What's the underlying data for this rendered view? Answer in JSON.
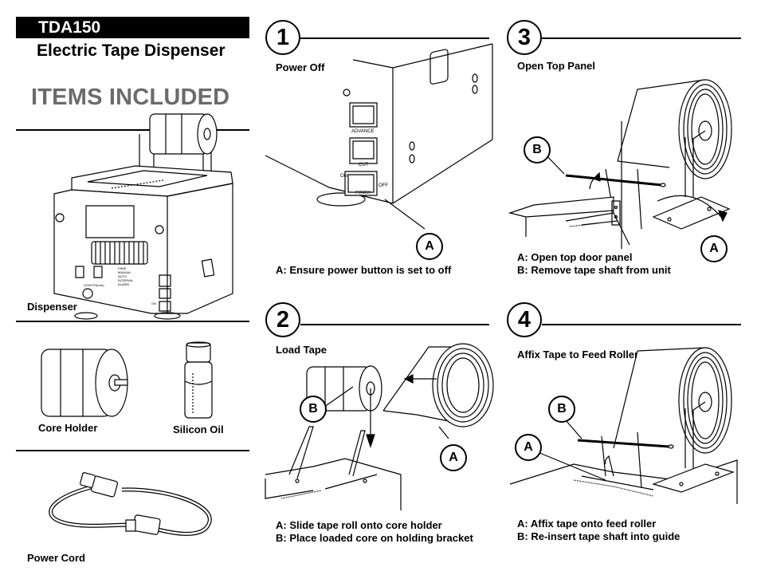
{
  "header": {
    "model": "TDA150",
    "product": "Electric Tape Dispenser",
    "items_heading": "ITEMS INCLUDED"
  },
  "items": {
    "dispenser": "Dispenser",
    "core_holder": "Core Holder",
    "silicon_oil": "Silicon Oil",
    "power_cord": "Power Cord"
  },
  "dispenser_panel": {
    "switches": [
      "FREE",
      "MANUAL",
      "AUTO",
      "INTERVAL",
      "ALARM"
    ],
    "knob_label": "LENGTH(mm)",
    "on_label": "ON"
  },
  "steps": [
    {
      "number": "1",
      "title": "Power Off",
      "callouts": [
        "A"
      ],
      "instructions": [
        "A: Ensure power button is set to off"
      ],
      "switch_labels": {
        "top": "ADVANCE",
        "middle": "CUT",
        "bottom": "POWER",
        "on": "ON",
        "off": "OFF"
      }
    },
    {
      "number": "2",
      "title": "Load Tape",
      "callouts": [
        "B",
        "A"
      ],
      "instructions": [
        "A: Slide tape roll onto core holder",
        "B: Place loaded core on holding bracket"
      ]
    },
    {
      "number": "3",
      "title": "Open Top Panel",
      "callouts": [
        "B",
        "A"
      ],
      "instructions": [
        "A: Open top door panel",
        "B: Remove tape shaft from unit"
      ]
    },
    {
      "number": "4",
      "title": "Affix Tape to Feed Roller",
      "callouts": [
        "B",
        "A"
      ],
      "instructions": [
        "A: Affix tape onto feed roller",
        "B: Re-insert tape shaft into guide"
      ]
    }
  ]
}
